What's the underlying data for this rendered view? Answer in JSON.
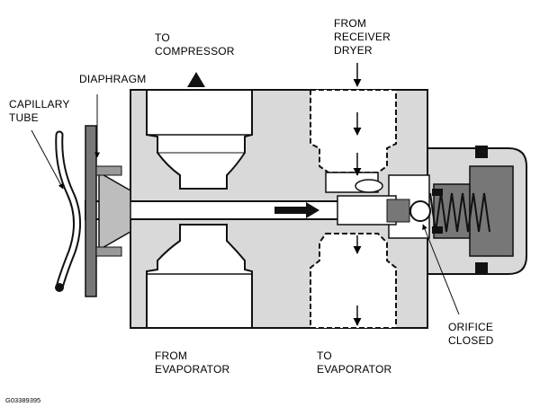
{
  "labels": {
    "to_compressor": [
      "TO",
      "COMPRESSOR"
    ],
    "from_receiver_dryer": [
      "FROM",
      "RECEIVER",
      "DRYER"
    ],
    "diaphragm": [
      "DIAPHRAGM"
    ],
    "capillary_tube": [
      "CAPILLARY",
      "TUBE"
    ],
    "orifice_closed": [
      "ORIFICE",
      "CLOSED"
    ],
    "from_evaporator": [
      "FROM",
      "EVAPORATOR"
    ],
    "to_evaporator": [
      "TO",
      "EVAPORATOR"
    ]
  },
  "figure_code": "G03389395",
  "colors": {
    "body_fill": "#d9d9d9",
    "dark_fill": "#777777",
    "black": "#111111",
    "white": "#ffffff"
  }
}
